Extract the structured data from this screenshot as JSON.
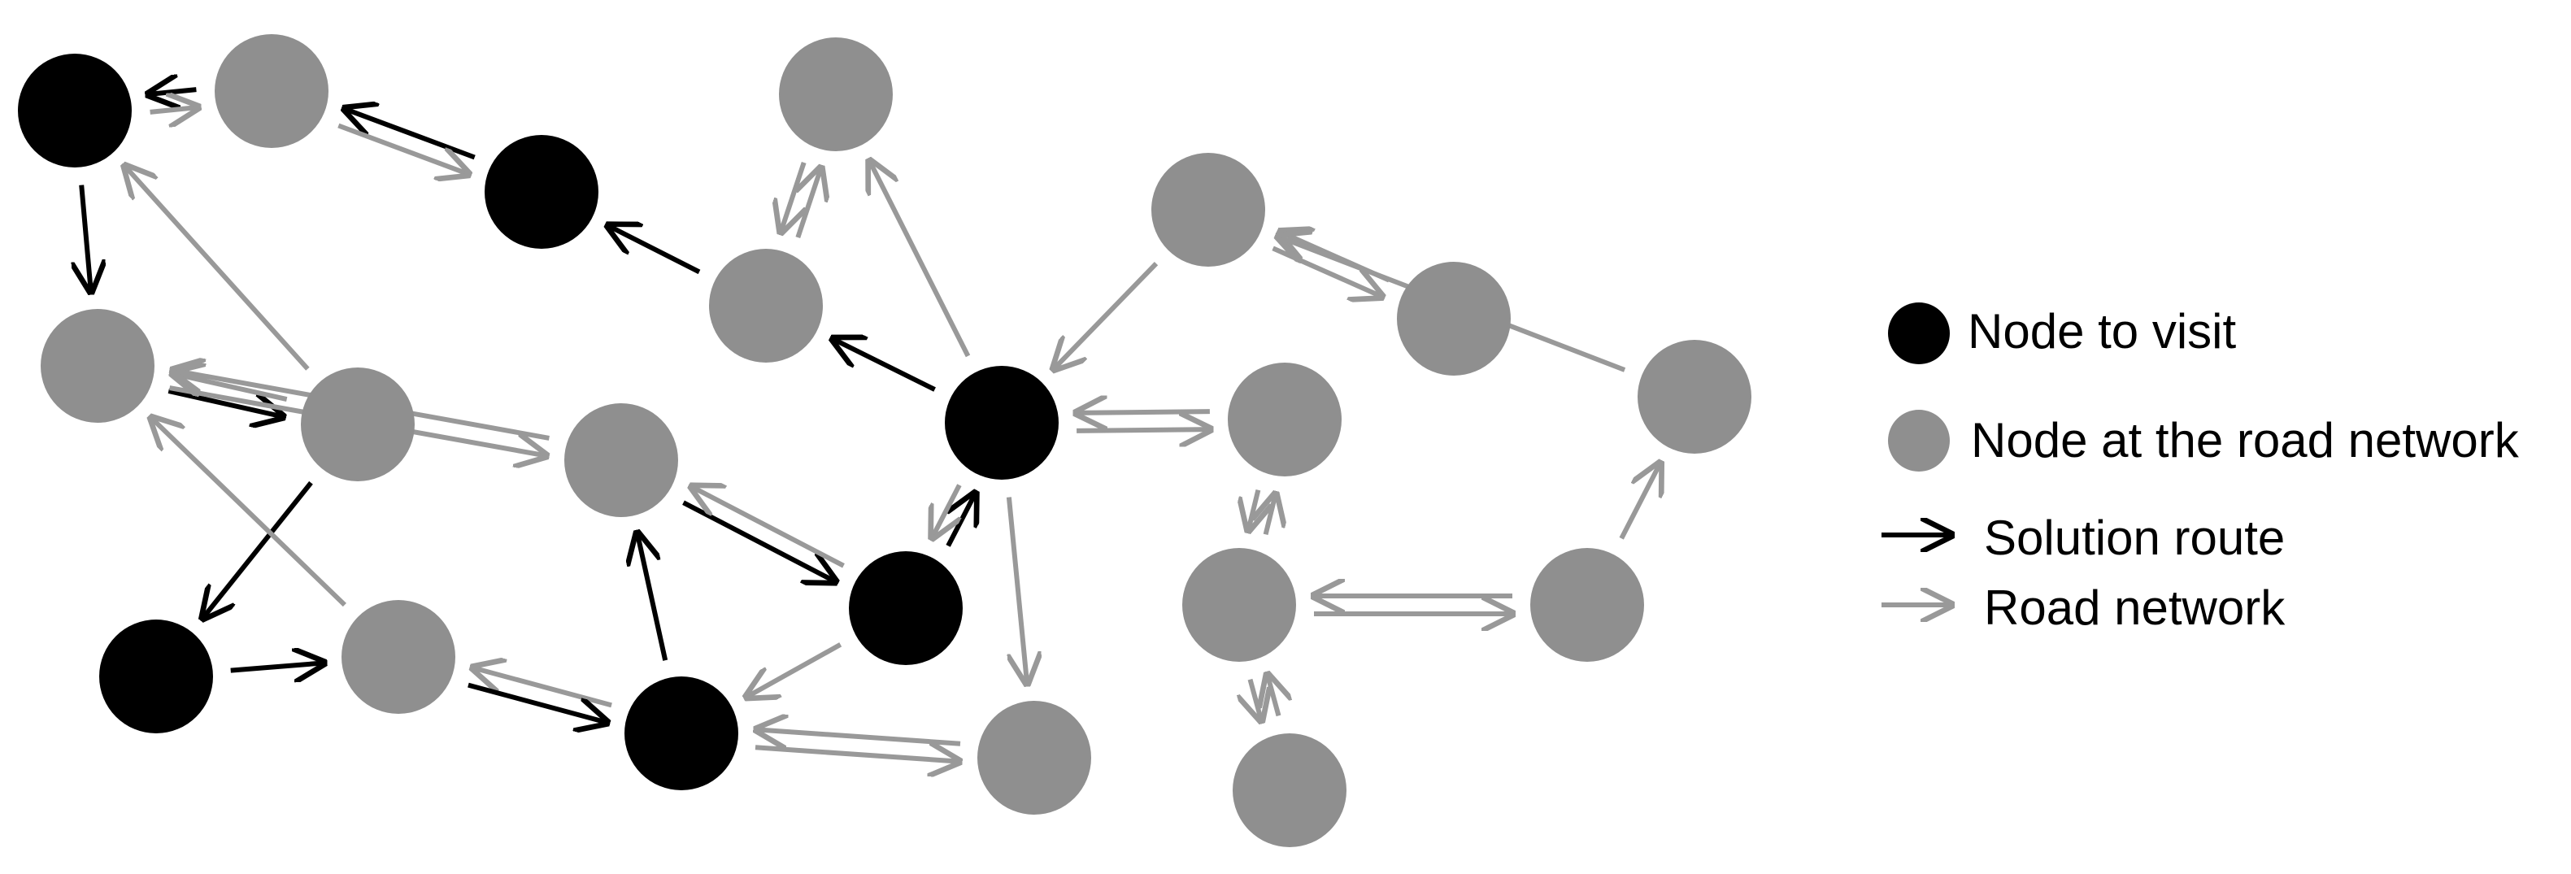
{
  "colors": {
    "node_to_visit": "#000000",
    "road_node": "#8f8f8f",
    "solution_arrow": "#000000",
    "road_arrow": "#999999",
    "background": "#ffffff"
  },
  "nodes": [
    {
      "id": "v1",
      "kind": "visit"
    },
    {
      "id": "r1",
      "kind": "road"
    },
    {
      "id": "v2",
      "kind": "visit"
    },
    {
      "id": "r2",
      "kind": "road"
    },
    {
      "id": "r3",
      "kind": "road"
    },
    {
      "id": "r4",
      "kind": "road"
    },
    {
      "id": "r5",
      "kind": "road"
    },
    {
      "id": "r6",
      "kind": "road"
    },
    {
      "id": "v3",
      "kind": "visit"
    },
    {
      "id": "r7",
      "kind": "road"
    },
    {
      "id": "r8",
      "kind": "road"
    },
    {
      "id": "r9",
      "kind": "road"
    },
    {
      "id": "r10",
      "kind": "road"
    },
    {
      "id": "v4",
      "kind": "visit"
    },
    {
      "id": "v5",
      "kind": "visit"
    },
    {
      "id": "r11",
      "kind": "road"
    },
    {
      "id": "v6",
      "kind": "visit"
    },
    {
      "id": "r12",
      "kind": "road"
    },
    {
      "id": "r13",
      "kind": "road"
    },
    {
      "id": "r14",
      "kind": "road"
    },
    {
      "id": "r15",
      "kind": "road"
    }
  ],
  "edges": [
    {
      "from": "r1",
      "to": "v1",
      "type": "solution"
    },
    {
      "from": "v1",
      "to": "r1",
      "type": "road"
    },
    {
      "from": "v2",
      "to": "r1",
      "type": "solution"
    },
    {
      "from": "r1",
      "to": "v2",
      "type": "road"
    },
    {
      "from": "r4",
      "to": "v2",
      "type": "solution"
    },
    {
      "from": "v1",
      "to": "r3",
      "type": "solution"
    },
    {
      "from": "r5",
      "to": "v1",
      "type": "road"
    },
    {
      "from": "r3",
      "to": "r5",
      "type": "solution"
    },
    {
      "from": "r5",
      "to": "r3",
      "type": "road"
    },
    {
      "from": "r5",
      "to": "v4",
      "type": "solution"
    },
    {
      "from": "v4",
      "to": "r11",
      "type": "solution"
    },
    {
      "from": "r11",
      "to": "r3",
      "type": "road"
    },
    {
      "from": "r3",
      "to": "r6",
      "type": "road"
    },
    {
      "from": "r6",
      "to": "r3",
      "type": "road"
    },
    {
      "from": "r6",
      "to": "v5",
      "type": "solution"
    },
    {
      "from": "v5",
      "to": "r6",
      "type": "road"
    },
    {
      "from": "v6",
      "to": "r11",
      "type": "road"
    },
    {
      "from": "r11",
      "to": "v6",
      "type": "solution"
    },
    {
      "from": "v6",
      "to": "r6",
      "type": "solution"
    },
    {
      "from": "v5",
      "to": "v6",
      "type": "road"
    },
    {
      "from": "v5",
      "to": "v3",
      "type": "solution"
    },
    {
      "from": "v3",
      "to": "v5",
      "type": "road"
    },
    {
      "from": "v3",
      "to": "r4",
      "type": "solution"
    },
    {
      "from": "v3",
      "to": "r2",
      "type": "road"
    },
    {
      "from": "r4",
      "to": "r2",
      "type": "road"
    },
    {
      "from": "r2",
      "to": "r4",
      "type": "road"
    },
    {
      "from": "v6",
      "to": "r12",
      "type": "road"
    },
    {
      "from": "r12",
      "to": "v6",
      "type": "road"
    },
    {
      "from": "v3",
      "to": "r12",
      "type": "road"
    },
    {
      "from": "v3",
      "to": "r10",
      "type": "road"
    },
    {
      "from": "r10",
      "to": "v3",
      "type": "road"
    },
    {
      "from": "r7",
      "to": "v3",
      "type": "road"
    },
    {
      "from": "r7",
      "to": "r8",
      "type": "road"
    },
    {
      "from": "r8",
      "to": "r7",
      "type": "road"
    },
    {
      "from": "r9",
      "to": "r7",
      "type": "road"
    },
    {
      "from": "r14",
      "to": "r9",
      "type": "road"
    },
    {
      "from": "r10",
      "to": "r13",
      "type": "road"
    },
    {
      "from": "r13",
      "to": "r10",
      "type": "road"
    },
    {
      "from": "r13",
      "to": "r14",
      "type": "road"
    },
    {
      "from": "r14",
      "to": "r13",
      "type": "road"
    },
    {
      "from": "r15",
      "to": "r13",
      "type": "road"
    },
    {
      "from": "r13",
      "to": "r15",
      "type": "road"
    }
  ],
  "legend": [
    {
      "kind": "visit",
      "label": "Node to visit"
    },
    {
      "kind": "road",
      "label": "Node at the road network"
    },
    {
      "kind": "solution-arrow",
      "label": "Solution route"
    },
    {
      "kind": "road-arrow",
      "label": "Road network"
    }
  ]
}
